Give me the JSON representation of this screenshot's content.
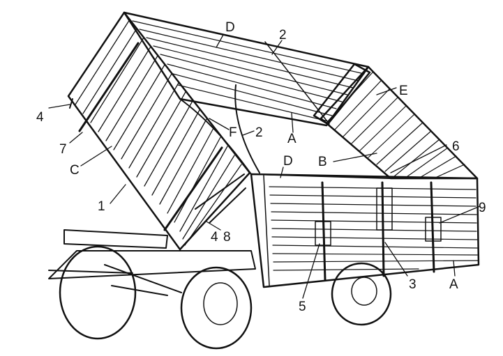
{
  "colors": {
    "ink": "#111111",
    "paper": "#ffffff"
  },
  "labels": {
    "D_top": "D",
    "two_top": "2",
    "E": "E",
    "four_left": "4",
    "seven": "7",
    "C": "C",
    "one": "1",
    "F": "F",
    "two_mid": "2",
    "A_mid": "A",
    "B": "B",
    "six": "6",
    "D_right": "D",
    "nine": "9",
    "four_bottom": "4",
    "eight": "8",
    "three": "3",
    "A_right": "A",
    "five": "5"
  }
}
